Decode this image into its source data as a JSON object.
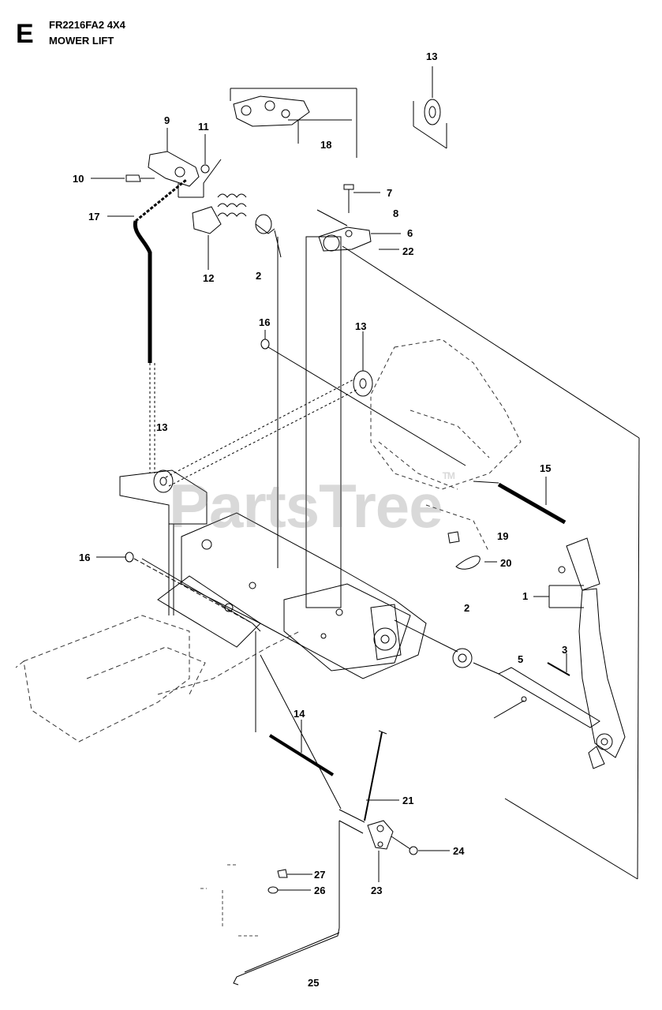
{
  "header": {
    "section_letter": "E",
    "model": "FR2216FA2 4X4",
    "title": "MOWER LIFT"
  },
  "watermark": {
    "text": "PartsTree",
    "trademark": "TM"
  },
  "callouts": [
    {
      "id": "c13a",
      "label": "13"
    },
    {
      "id": "c18",
      "label": "18"
    },
    {
      "id": "c9",
      "label": "9"
    },
    {
      "id": "c11",
      "label": "11"
    },
    {
      "id": "c10",
      "label": "10"
    },
    {
      "id": "c17",
      "label": "17"
    },
    {
      "id": "c7",
      "label": "7"
    },
    {
      "id": "c8",
      "label": "8"
    },
    {
      "id": "c6",
      "label": "6"
    },
    {
      "id": "c22",
      "label": "22"
    },
    {
      "id": "c12",
      "label": "12"
    },
    {
      "id": "c2a",
      "label": "2"
    },
    {
      "id": "c16a",
      "label": "16"
    },
    {
      "id": "c13b",
      "label": "13"
    },
    {
      "id": "c13c",
      "label": "13"
    },
    {
      "id": "c15",
      "label": "15"
    },
    {
      "id": "c19",
      "label": "19"
    },
    {
      "id": "c20",
      "label": "20"
    },
    {
      "id": "c16b",
      "label": "16"
    },
    {
      "id": "c1",
      "label": "1"
    },
    {
      "id": "c2b",
      "label": "2"
    },
    {
      "id": "c5",
      "label": "5"
    },
    {
      "id": "c3",
      "label": "3"
    },
    {
      "id": "c14",
      "label": "14"
    },
    {
      "id": "c21",
      "label": "21"
    },
    {
      "id": "c24",
      "label": "24"
    },
    {
      "id": "c27",
      "label": "27"
    },
    {
      "id": "c26",
      "label": "26"
    },
    {
      "id": "c23",
      "label": "23"
    },
    {
      "id": "c25",
      "label": "25"
    }
  ]
}
